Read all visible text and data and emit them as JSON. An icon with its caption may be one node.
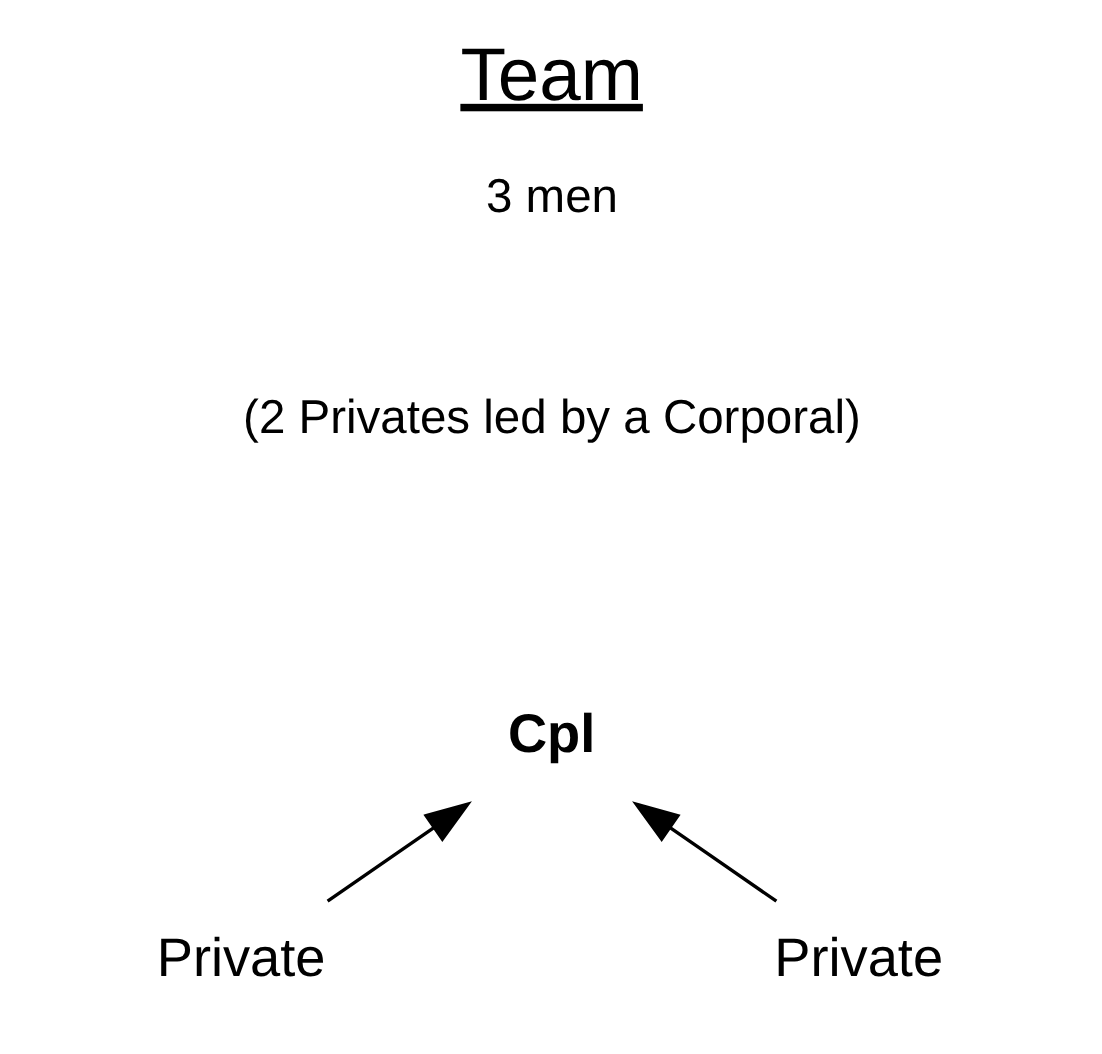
{
  "diagram": {
    "title": "Team",
    "nodes": [
      {
        "text": [
          "Cpl"
        ]
      },
      {
        "text": [
          "Private"
        ]
      },
      {
        "text": [
          "Private"
        ]
      }
    ],
    "edges": [
      {
        "from": 1,
        "to": 0,
        "arrow": "to"
      },
      {
        "from": 2,
        "to": 0,
        "arrow": "to"
      }
    ],
    "labels": [
      "3 men",
      "(2 Privates led by a Corporal)"
    ]
  }
}
